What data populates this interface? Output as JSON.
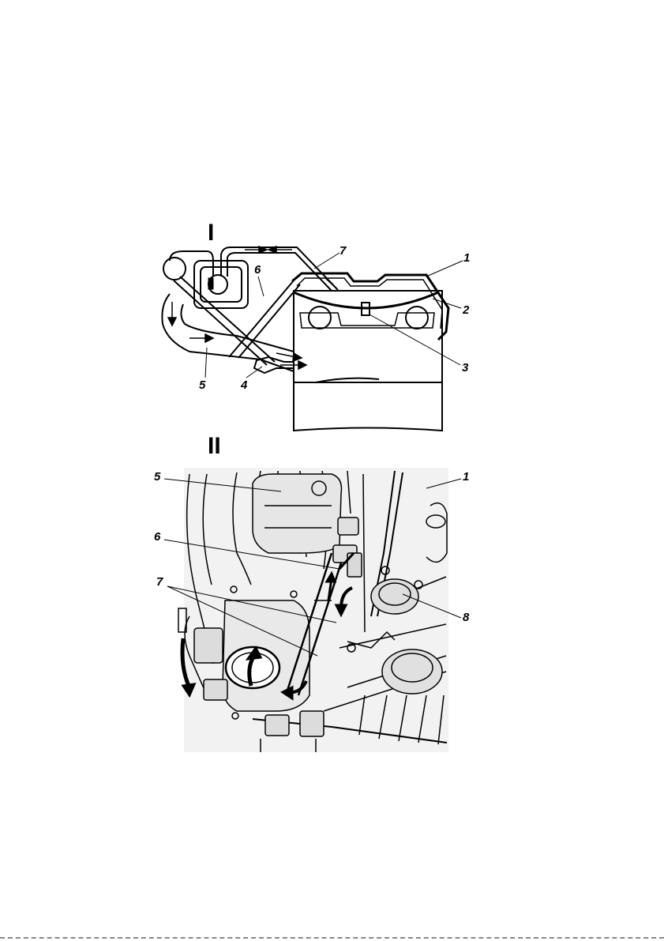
{
  "figure": {
    "panel_1": {
      "label": "I",
      "callouts": [
        "1",
        "2",
        "3",
        "4",
        "5",
        "6",
        "7"
      ]
    },
    "panel_2": {
      "label": "II",
      "callouts": [
        "1",
        "5",
        "6",
        "7",
        "8"
      ]
    }
  },
  "colors": {
    "ink": "#000000",
    "photo_fill": "#f2f2f2",
    "photo_shade": "#d9d9d9"
  },
  "icons": [
    "flow-arrow-icon",
    "curved-arrow-icon"
  ]
}
